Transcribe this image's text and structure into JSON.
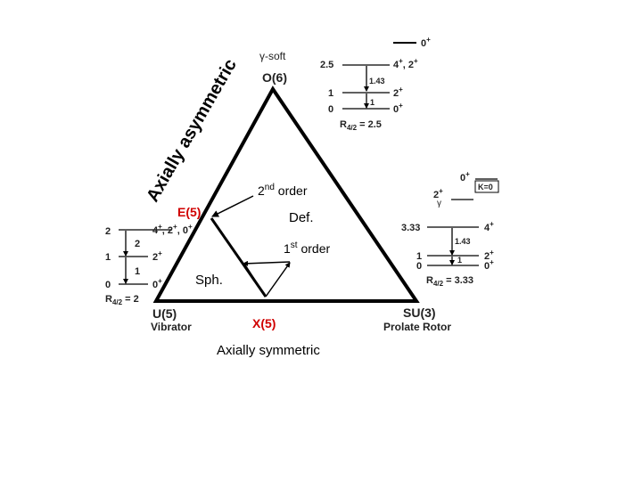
{
  "vertices": {
    "top": "O(6)",
    "top_caption": "γ-soft",
    "left": "U(5)",
    "left_caption": "Vibrator",
    "right": "SU(3)",
    "right_caption": "Prolate Rotor"
  },
  "critical_points": {
    "e5": "E(5)",
    "x5": "X(5)"
  },
  "region_labels": {
    "axially_asymmetric": "Axially asymmetric",
    "axially_symmetric": "Axially symmetric",
    "sph": "Sph.",
    "def": "Def.",
    "second_order": "2nd order",
    "first_order": "1st order"
  },
  "o6_spectrum": {
    "top_level": "0+",
    "energy_upper": "2.5",
    "states_upper": "4+, 2+",
    "transition_label": "1.43",
    "energy_mid": "1",
    "state_mid": "2+",
    "transition_label_2": "1",
    "energy_low": "0",
    "state_low": "0+",
    "ratio": "R4/2 = 2.5"
  },
  "u5_spectrum": {
    "energy_top": "2",
    "states_top": "4+, 2+, 0+",
    "transition_top": "2",
    "energy_mid": "1",
    "state_mid": "2+",
    "transition_mid": "1",
    "energy_low": "0",
    "state_low": "0+",
    "ratio": "R4/2 = 2"
  },
  "su3_spectrum": {
    "band_head": "0+",
    "k_label": "K=0",
    "gamma_label": "2+ γ",
    "energy_upper": "3.33",
    "state_upper": "4+",
    "transition_label": "1.43",
    "energy_mid": "1",
    "state_mid": "2+",
    "transition_label_2": "1",
    "energy_low": "0",
    "state_low": "0+",
    "ratio": "R4/2 = 3.33"
  },
  "colors": {
    "critical_point": "#d00000",
    "lines": "#000000"
  }
}
